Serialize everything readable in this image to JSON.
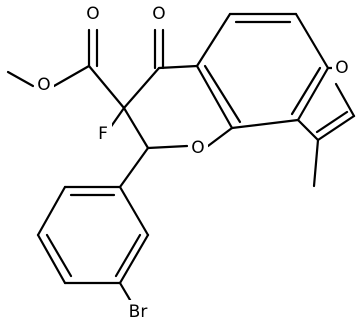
{
  "molecule": {
    "atoms": {
      "o_ester": "O",
      "o_carbonyl_ester": "O",
      "o_ketone": "O",
      "fluorine": "F",
      "o_pyran": "O",
      "o_furan": "O",
      "bromine": "Br"
    }
  },
  "colors": {
    "bond": "#000000",
    "label": "#000000",
    "background": "#ffffff"
  }
}
